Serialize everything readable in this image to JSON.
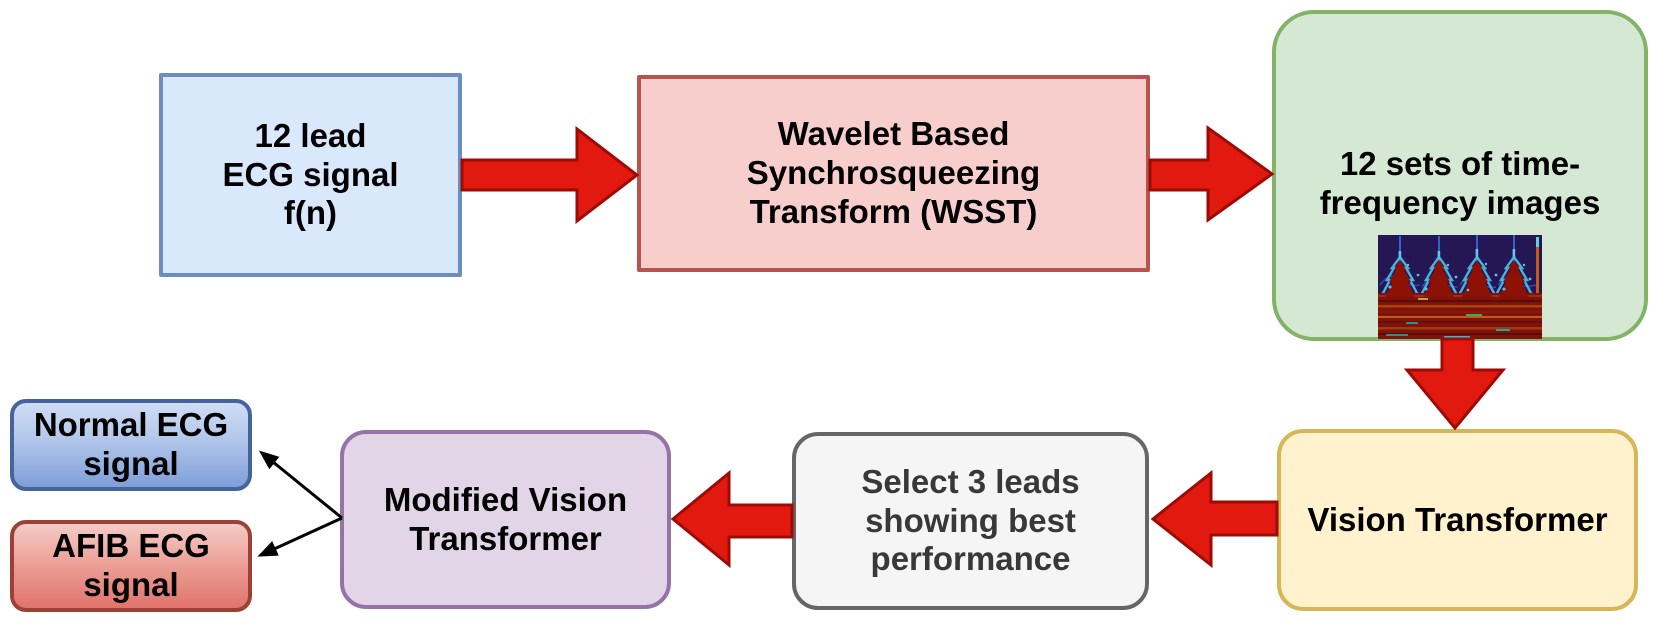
{
  "diagram_title": "ECG AFIB classification pipeline flowchart",
  "nodes": {
    "ecg_input": {
      "lines": [
        "12 lead",
        "ECG signal",
        "f(n)"
      ]
    },
    "wsst": {
      "lines": [
        "Wavelet Based",
        "Synchrosqueezing",
        "Transform (WSST)"
      ]
    },
    "tf_images": {
      "lines": [
        "12 sets of time-",
        "frequency images"
      ]
    },
    "vision_transformer": {
      "lines": [
        "Vision Transformer"
      ]
    },
    "select_leads": {
      "lines": [
        "Select 3 leads",
        "showing best",
        "performance"
      ]
    },
    "modified_vit": {
      "lines": [
        "Modified Vision",
        "Transformer"
      ]
    },
    "normal_ecg": {
      "lines": [
        "Normal ECG",
        "signal"
      ]
    },
    "afib_ecg": {
      "lines": [
        "AFIB ECG",
        "signal"
      ]
    }
  },
  "colors": {
    "arrow_fill": "#e2190f",
    "arrow_stroke": "#9e0b06",
    "connector_stroke": "#000000",
    "ecg_input_fill": "#dae8fc",
    "ecg_input_stroke": "#6c8ebf",
    "wsst_fill": "#f8cecc",
    "wsst_stroke": "#b85450",
    "tf_images_fill": "#d5e8d4",
    "tf_images_stroke": "#82b366",
    "vision_transformer_fill": "#fff2cc",
    "vision_transformer_stroke": "#d6b656",
    "select_leads_fill": "#f5f5f5",
    "select_leads_stroke": "#666666",
    "modified_vit_fill": "#e1d5e7",
    "modified_vit_stroke": "#9673a6",
    "normal_ecg_fill_top": "#cfdcf4",
    "normal_ecg_fill_bottom": "#7f9ed8",
    "normal_ecg_stroke": "#46639c",
    "afib_ecg_fill_top": "#f4cbc6",
    "afib_ecg_fill_bottom": "#e0746a",
    "afib_ecg_stroke": "#9c4038"
  }
}
